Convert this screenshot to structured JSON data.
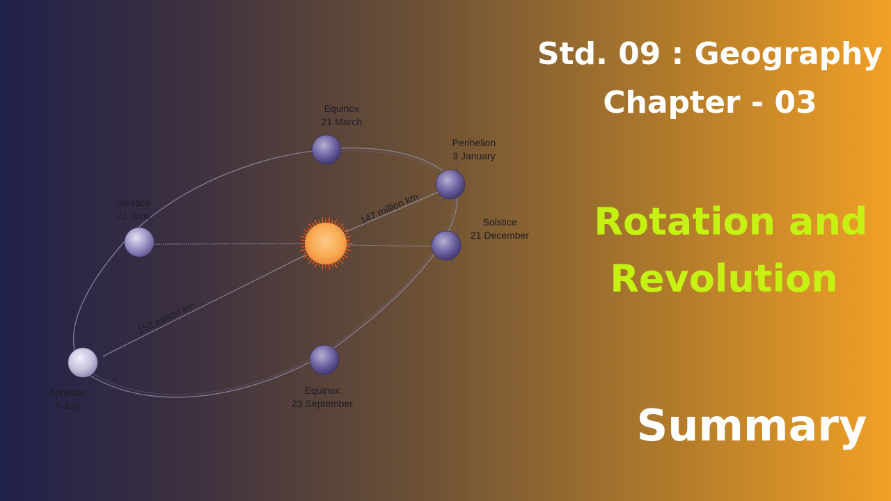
{
  "title": {
    "line1": "Std. 09 : Geography",
    "line2": "Chapter - 03"
  },
  "topic": {
    "line1": "Rotation and",
    "line2": "Revolution",
    "color": "#c6f213"
  },
  "summary_label": "Summary",
  "diagram": {
    "positions": {
      "equinox_march": [
        "Equinox",
        "21 March"
      ],
      "perihelion": [
        "Perihelion",
        "3 January"
      ],
      "solstice_june": [
        "Solstice",
        "21 June"
      ],
      "solstice_december": [
        "Solstice",
        "21 December"
      ],
      "aphelion": [
        "Aphelion",
        "6 July"
      ],
      "equinox_september": [
        "Equinox",
        "23 September"
      ]
    },
    "distances": {
      "perihelion": "147 million km",
      "aphelion": "152 million km"
    },
    "colors": {
      "sun": "#f7a950",
      "sun_rays": "#e2571a",
      "earth": "#6e62a0"
    }
  }
}
